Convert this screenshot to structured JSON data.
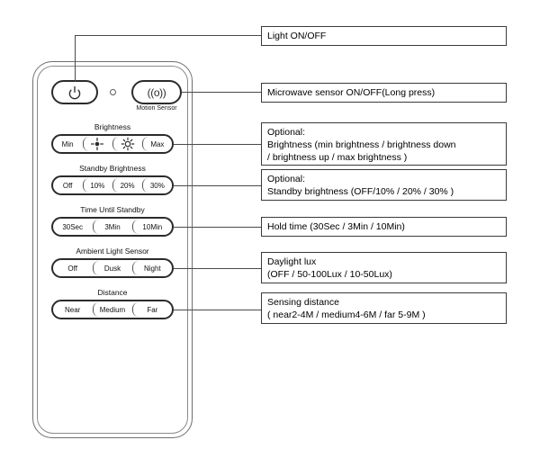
{
  "device": {
    "name": "remote-control",
    "top_row": {
      "power_button": {
        "icon": "power-icon",
        "label": ""
      },
      "led_indicator": {
        "icon": "led-dot-icon"
      },
      "motion_button": {
        "glyph": "((o))",
        "label": "Motion Sensor"
      }
    },
    "sections": [
      {
        "key": "brightness",
        "caption": "Brightness",
        "buttons": [
          {
            "label": "Min",
            "icon": ""
          },
          {
            "label": "",
            "icon": "brightness-down-icon"
          },
          {
            "label": "",
            "icon": "brightness-up-icon"
          },
          {
            "label": "Max",
            "icon": ""
          }
        ]
      },
      {
        "key": "standby_brightness",
        "caption": "Standby Brightness",
        "buttons": [
          {
            "label": "Off",
            "icon": ""
          },
          {
            "label": "10%",
            "icon": ""
          },
          {
            "label": "20%",
            "icon": ""
          },
          {
            "label": "30%",
            "icon": ""
          }
        ]
      },
      {
        "key": "time_until_standby",
        "caption": "Time Until Standby",
        "buttons": [
          {
            "label": "30Sec",
            "icon": ""
          },
          {
            "label": "3Min",
            "icon": ""
          },
          {
            "label": "10Min",
            "icon": ""
          }
        ]
      },
      {
        "key": "ambient_light_sensor",
        "caption": "Ambient Light Sensor",
        "buttons": [
          {
            "label": "Off",
            "icon": ""
          },
          {
            "label": "Dusk",
            "icon": ""
          },
          {
            "label": "Night",
            "icon": ""
          }
        ]
      },
      {
        "key": "distance",
        "caption": "Distance",
        "buttons": [
          {
            "label": "Near",
            "icon": ""
          },
          {
            "label": "Medium",
            "icon": ""
          },
          {
            "label": "Far",
            "icon": ""
          }
        ]
      }
    ]
  },
  "annotations": [
    {
      "key": "light-on-off",
      "lines": [
        "Light ON/OFF"
      ]
    },
    {
      "key": "microwave-sensor",
      "lines": [
        "Microwave sensor ON/OFF(Long press)"
      ]
    },
    {
      "key": "brightness-optional",
      "lines": [
        "Optional:",
        "Brightness (min brightness / brightness down",
        "/ brightness up / max brightness )"
      ]
    },
    {
      "key": "standby-brightness-optional",
      "lines": [
        "Optional:",
        "Standby brightness (OFF/10% / 20% / 30% )"
      ]
    },
    {
      "key": "hold-time",
      "lines": [
        "Hold time (30Sec / 3Min / 10Min)"
      ]
    },
    {
      "key": "daylight-lux",
      "lines": [
        "Daylight lux",
        "(OFF / 50-100Lux / 10-50Lux)"
      ]
    },
    {
      "key": "sensing-distance",
      "lines": [
        "Sensing distance",
        "( near2-4M / medium4-6M / far 5-9M )"
      ]
    }
  ],
  "colors": {
    "line": "#4a4a4a",
    "button_outline": "#2b2b2b",
    "box_border": "#3a3a3a",
    "text": "#000000",
    "background": "#ffffff"
  }
}
